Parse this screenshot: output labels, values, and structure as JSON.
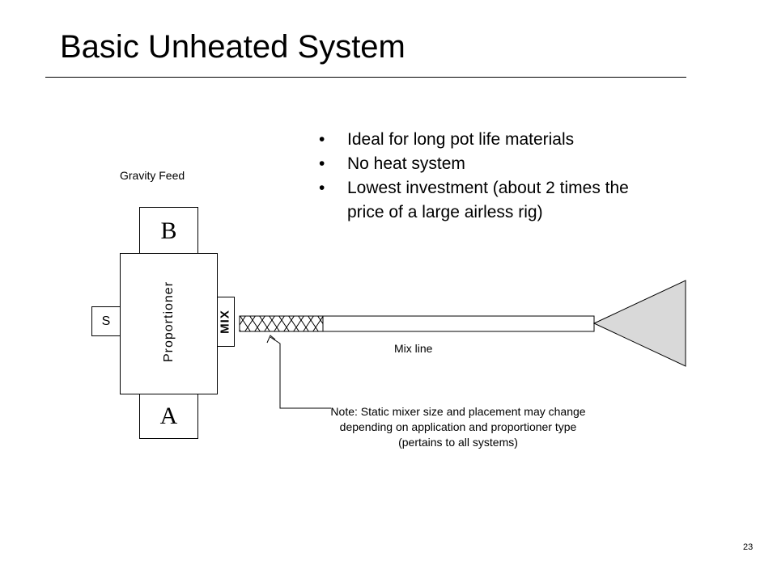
{
  "slide": {
    "title": "Basic Unheated System",
    "page_number": "23"
  },
  "bullets": [
    "Ideal for long pot life materials",
    "No heat system",
    "Lowest investment (about 2 times the price of a large airless rig)"
  ],
  "bullet_glyph": "•",
  "diagram": {
    "gravity_feed_label": "Gravity Feed",
    "tank_b_label": "B",
    "tank_a_label": "A",
    "proportioner_label": "Proportioner",
    "s_label": "S",
    "mix_label": "MIX",
    "mix_line_label": "Mix line",
    "note": "Note:  Static mixer size and placement may change depending on application and proportioner type (pertains to all systems)",
    "colors": {
      "spray_fan": "#d9d9d9",
      "line": "#000000"
    }
  }
}
